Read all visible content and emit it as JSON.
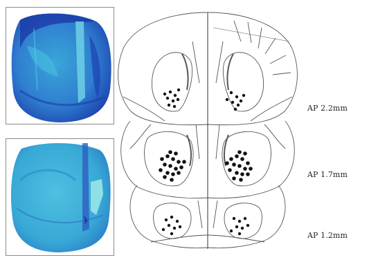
{
  "figure": {
    "section_labels": [
      "AP 2.2mm",
      "AP 1.7mm",
      "AP 1.2mm"
    ],
    "colors": {
      "stain_dark": "#1f3fb0",
      "stain_mid": "#2f7fd0",
      "stain_light": "#3fb5d8",
      "lesion_highlight": "#7fd8e0",
      "atlas_line": "#555555",
      "marker": "#111111"
    },
    "photos": [
      {
        "name": "stained-brain-section-top"
      },
      {
        "name": "stained-brain-section-bottom"
      }
    ]
  }
}
